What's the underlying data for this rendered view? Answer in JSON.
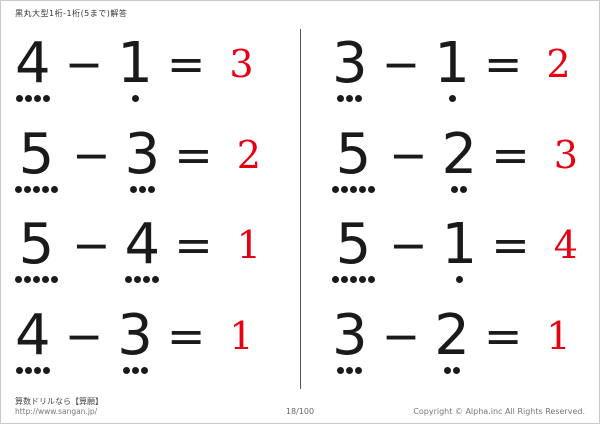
{
  "header": {
    "title": "黒丸大型1桁-1桁(5まで)解答"
  },
  "symbols": {
    "minus": "−",
    "equals": "="
  },
  "colors": {
    "answer_red": "#e60012",
    "ink": "#1a1a1a"
  },
  "problems": [
    {
      "a": 4,
      "b": 1,
      "answer": 3
    },
    {
      "a": 3,
      "b": 1,
      "answer": 2
    },
    {
      "a": 5,
      "b": 3,
      "answer": 2
    },
    {
      "a": 5,
      "b": 2,
      "answer": 3
    },
    {
      "a": 5,
      "b": 4,
      "answer": 1
    },
    {
      "a": 5,
      "b": 1,
      "answer": 4
    },
    {
      "a": 4,
      "b": 3,
      "answer": 1
    },
    {
      "a": 3,
      "b": 2,
      "answer": 1
    }
  ],
  "footer": {
    "site_line1": "算数ドリルなら【算願】",
    "site_line2": "http://www.sangan.jp/",
    "page": "18/100",
    "copyright": "Copyright © Alpha.inc All Rights Reserved."
  }
}
